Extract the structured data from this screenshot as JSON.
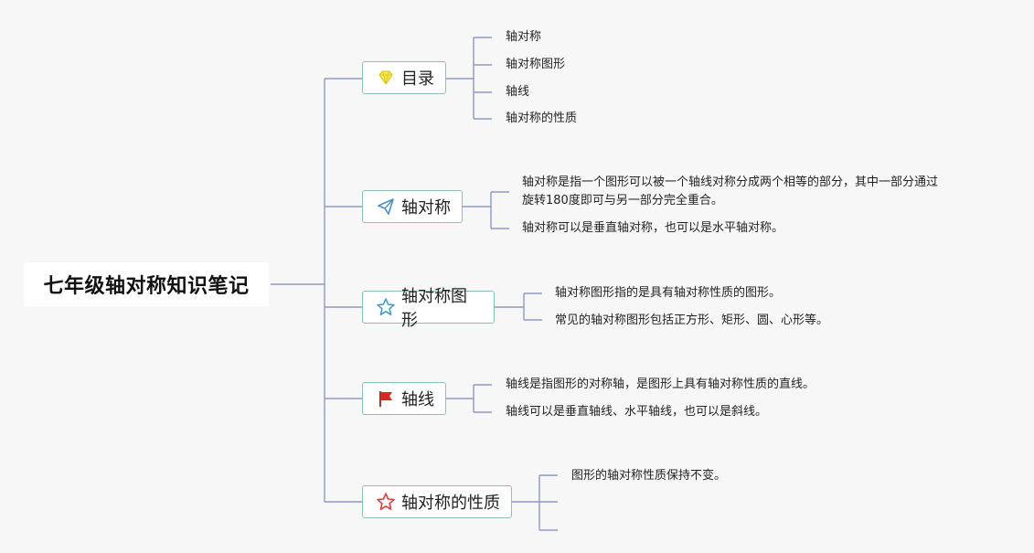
{
  "root": {
    "label": "七年级轴对称知识笔记"
  },
  "branches": [
    {
      "label": "目录",
      "icon": "diamond-icon",
      "items": [
        "轴对称",
        "轴对称图形",
        "轴线",
        "轴对称的性质"
      ]
    },
    {
      "label": "轴对称",
      "icon": "paper-plane-icon",
      "items": [
        "轴对称是指一个图形可以被一个轴线对称分成两个相等的部分，其中一部分通过",
        "旋转180度即可与另一部分完全重合。",
        "轴对称可以是垂直轴对称，也可以是水平轴对称。"
      ]
    },
    {
      "label": "轴对称图形",
      "icon": "star-outline-icon",
      "items": [
        "轴对称图形指的是具有轴对称性质的图形。",
        "常见的轴对称图形包括正方形、矩形、圆、心形等。"
      ]
    },
    {
      "label": "轴线",
      "icon": "red-flag-icon",
      "items": [
        "轴线是指图形的对称轴，是图形上具有轴对称性质的直线。",
        "轴线可以是垂直轴线、水平轴线，也可以是斜线。"
      ]
    },
    {
      "label": "轴对称的性质",
      "icon": "red-star-icon",
      "items": [
        "图形的轴对称性质保持不变。"
      ]
    }
  ],
  "colors": {
    "line": "#8e98c8",
    "border": "#8fbfb0"
  }
}
